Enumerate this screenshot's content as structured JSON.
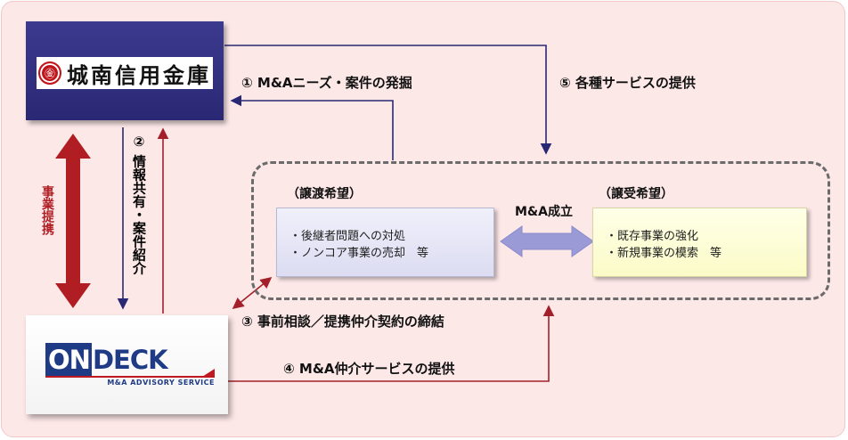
{
  "shinkin": {
    "name": "城南信用金庫",
    "logo": "㊎",
    "logo_icon": "shinkin-crest-icon"
  },
  "ondeck": {
    "on": "ON",
    "deck": "DECK",
    "sub": "M&A ADVISORY SERVICE"
  },
  "steps": {
    "s1": "① M&Aニーズ・案件の発掘",
    "s2": "② 情報共有・案件紹介",
    "s3": "③ 事前相談／提携仲介契約の締結",
    "s4": "④ M&A仲介サービスの提供",
    "s5": "⑤ 各種サービスの提供"
  },
  "partnership": "事業提携",
  "seller": {
    "heading": "（譲渡希望）",
    "items": [
      "・後継者問題への対処",
      "・ノンコア事業の売却　等"
    ]
  },
  "buyer": {
    "heading": "（譲受希望）",
    "items": [
      "・既存事業の強化",
      "・新規事業の模索　等"
    ]
  },
  "ma_deal": "M&A成立",
  "colors": {
    "navy": "#2a2874",
    "arrow_red": "#b01e24",
    "line_red": "#a3202a",
    "purple_arrow": "#9a9ad6"
  }
}
